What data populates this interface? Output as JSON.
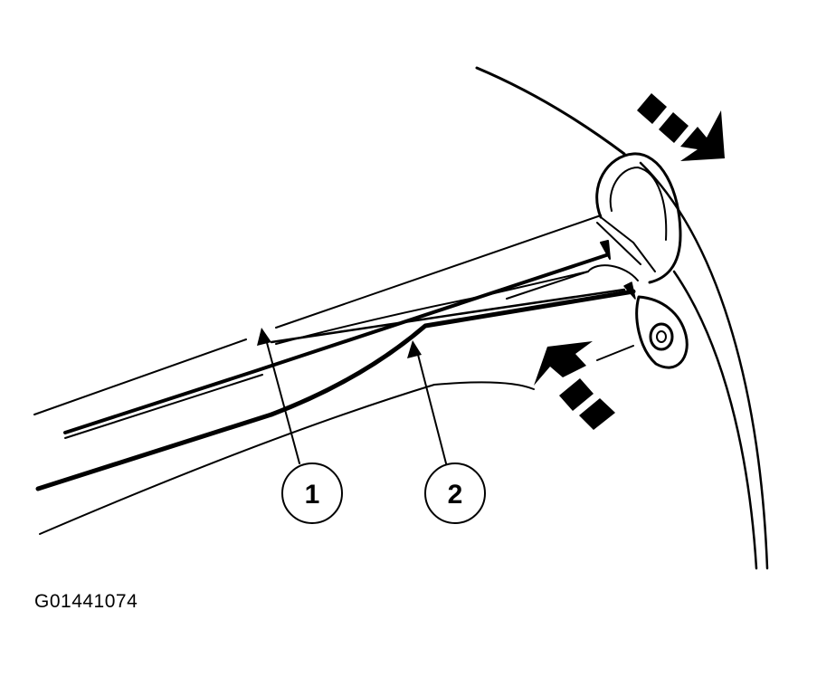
{
  "callouts": [
    {
      "label": "1"
    },
    {
      "label": "2"
    }
  ],
  "figure_id": "G01441074",
  "arrows": {
    "upper_right": {
      "style": "dashed-block-arrow",
      "direction": "outward"
    },
    "lower_right": {
      "style": "dashed-block-arrow",
      "direction": "inward"
    }
  },
  "colors": {
    "line": "#000000",
    "background": "#ffffff"
  }
}
